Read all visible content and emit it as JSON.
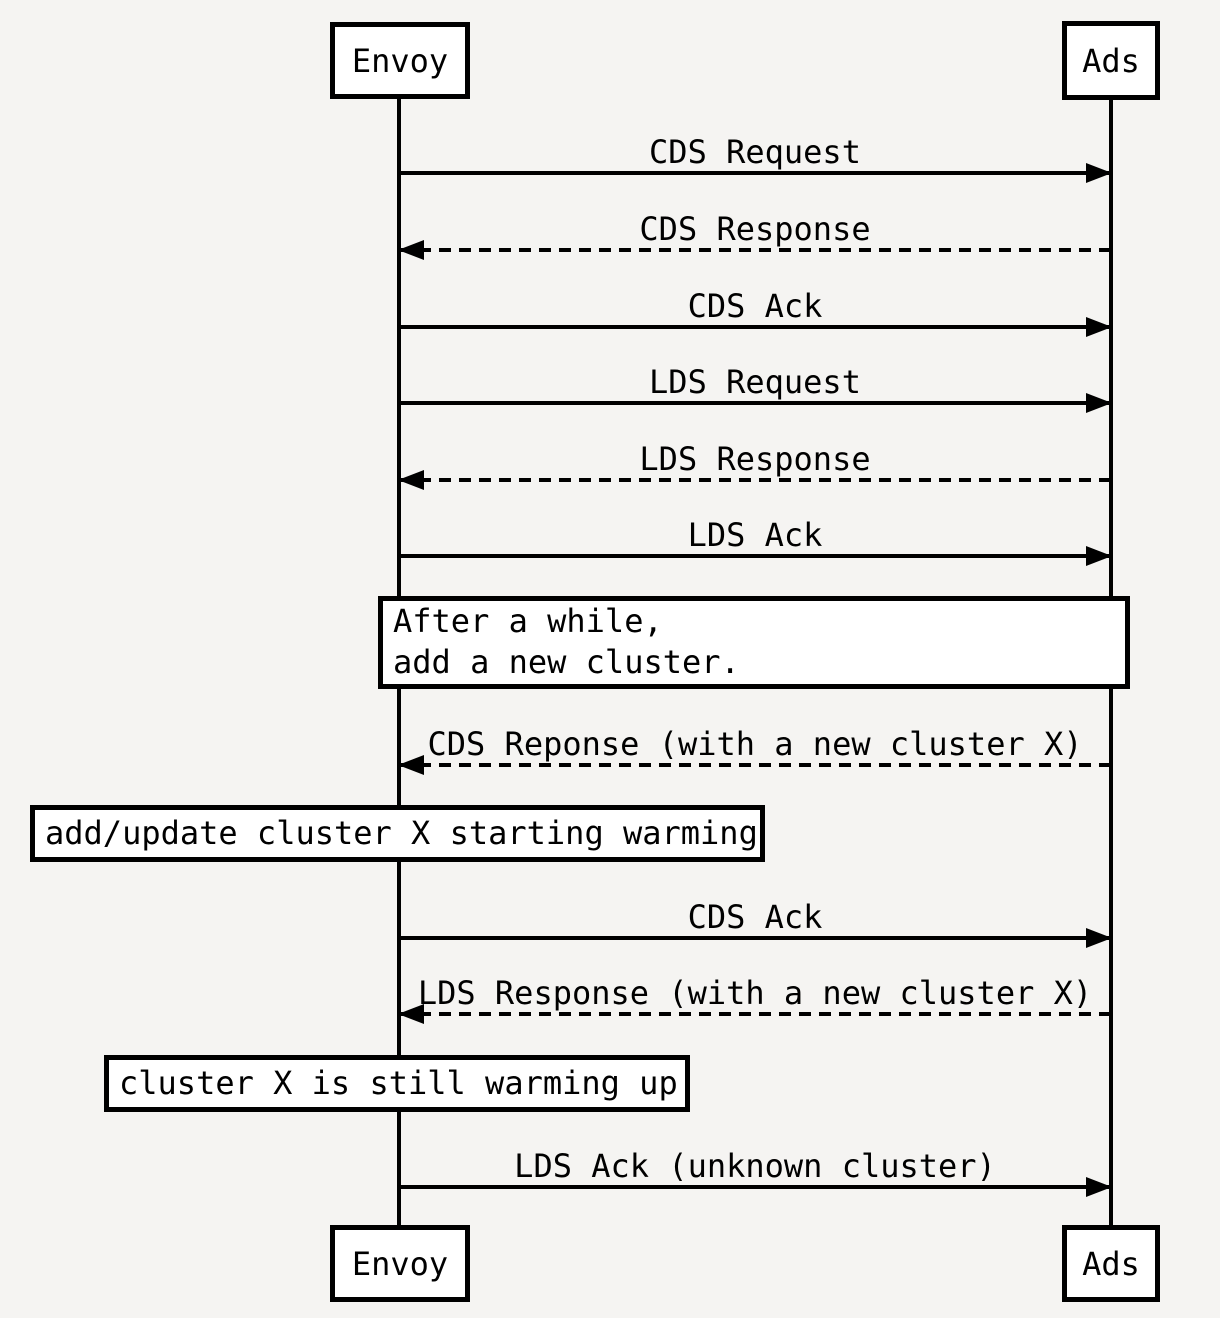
{
  "diagram": {
    "type": "sequence-diagram",
    "participants": [
      {
        "name": "Envoy"
      },
      {
        "name": "Ads"
      }
    ],
    "messages": [
      {
        "label": "CDS Request",
        "from": "Envoy",
        "to": "Ads",
        "line": "solid"
      },
      {
        "label": "CDS Response",
        "from": "Ads",
        "to": "Envoy",
        "line": "dashed"
      },
      {
        "label": "CDS Ack",
        "from": "Envoy",
        "to": "Ads",
        "line": "solid"
      },
      {
        "label": "LDS Request",
        "from": "Envoy",
        "to": "Ads",
        "line": "solid"
      },
      {
        "label": "LDS Response",
        "from": "Ads",
        "to": "Envoy",
        "line": "dashed"
      },
      {
        "label": "LDS Ack",
        "from": "Envoy",
        "to": "Ads",
        "line": "solid"
      },
      {
        "label": "CDS Reponse (with a new cluster X)",
        "from": "Ads",
        "to": "Envoy",
        "line": "dashed"
      },
      {
        "label": "CDS Ack",
        "from": "Envoy",
        "to": "Ads",
        "line": "solid"
      },
      {
        "label": "LDS Response (with a new cluster X)",
        "from": "Ads",
        "to": "Envoy",
        "line": "dashed"
      },
      {
        "label": "LDS Ack (unknown cluster)",
        "from": "Envoy",
        "to": "Ads",
        "line": "solid"
      }
    ],
    "notes": [
      {
        "over": "Envoy,Ads",
        "lines": [
          "After a while,",
          "add a new cluster."
        ]
      },
      {
        "over": "Envoy",
        "lines": [
          "add/update cluster X starting warming"
        ]
      },
      {
        "over": "Envoy",
        "lines": [
          "cluster X is still warming up"
        ]
      }
    ],
    "colors": {
      "line": "#000000",
      "box_fill": "#ffffff",
      "background": "#f5f4f2"
    }
  }
}
